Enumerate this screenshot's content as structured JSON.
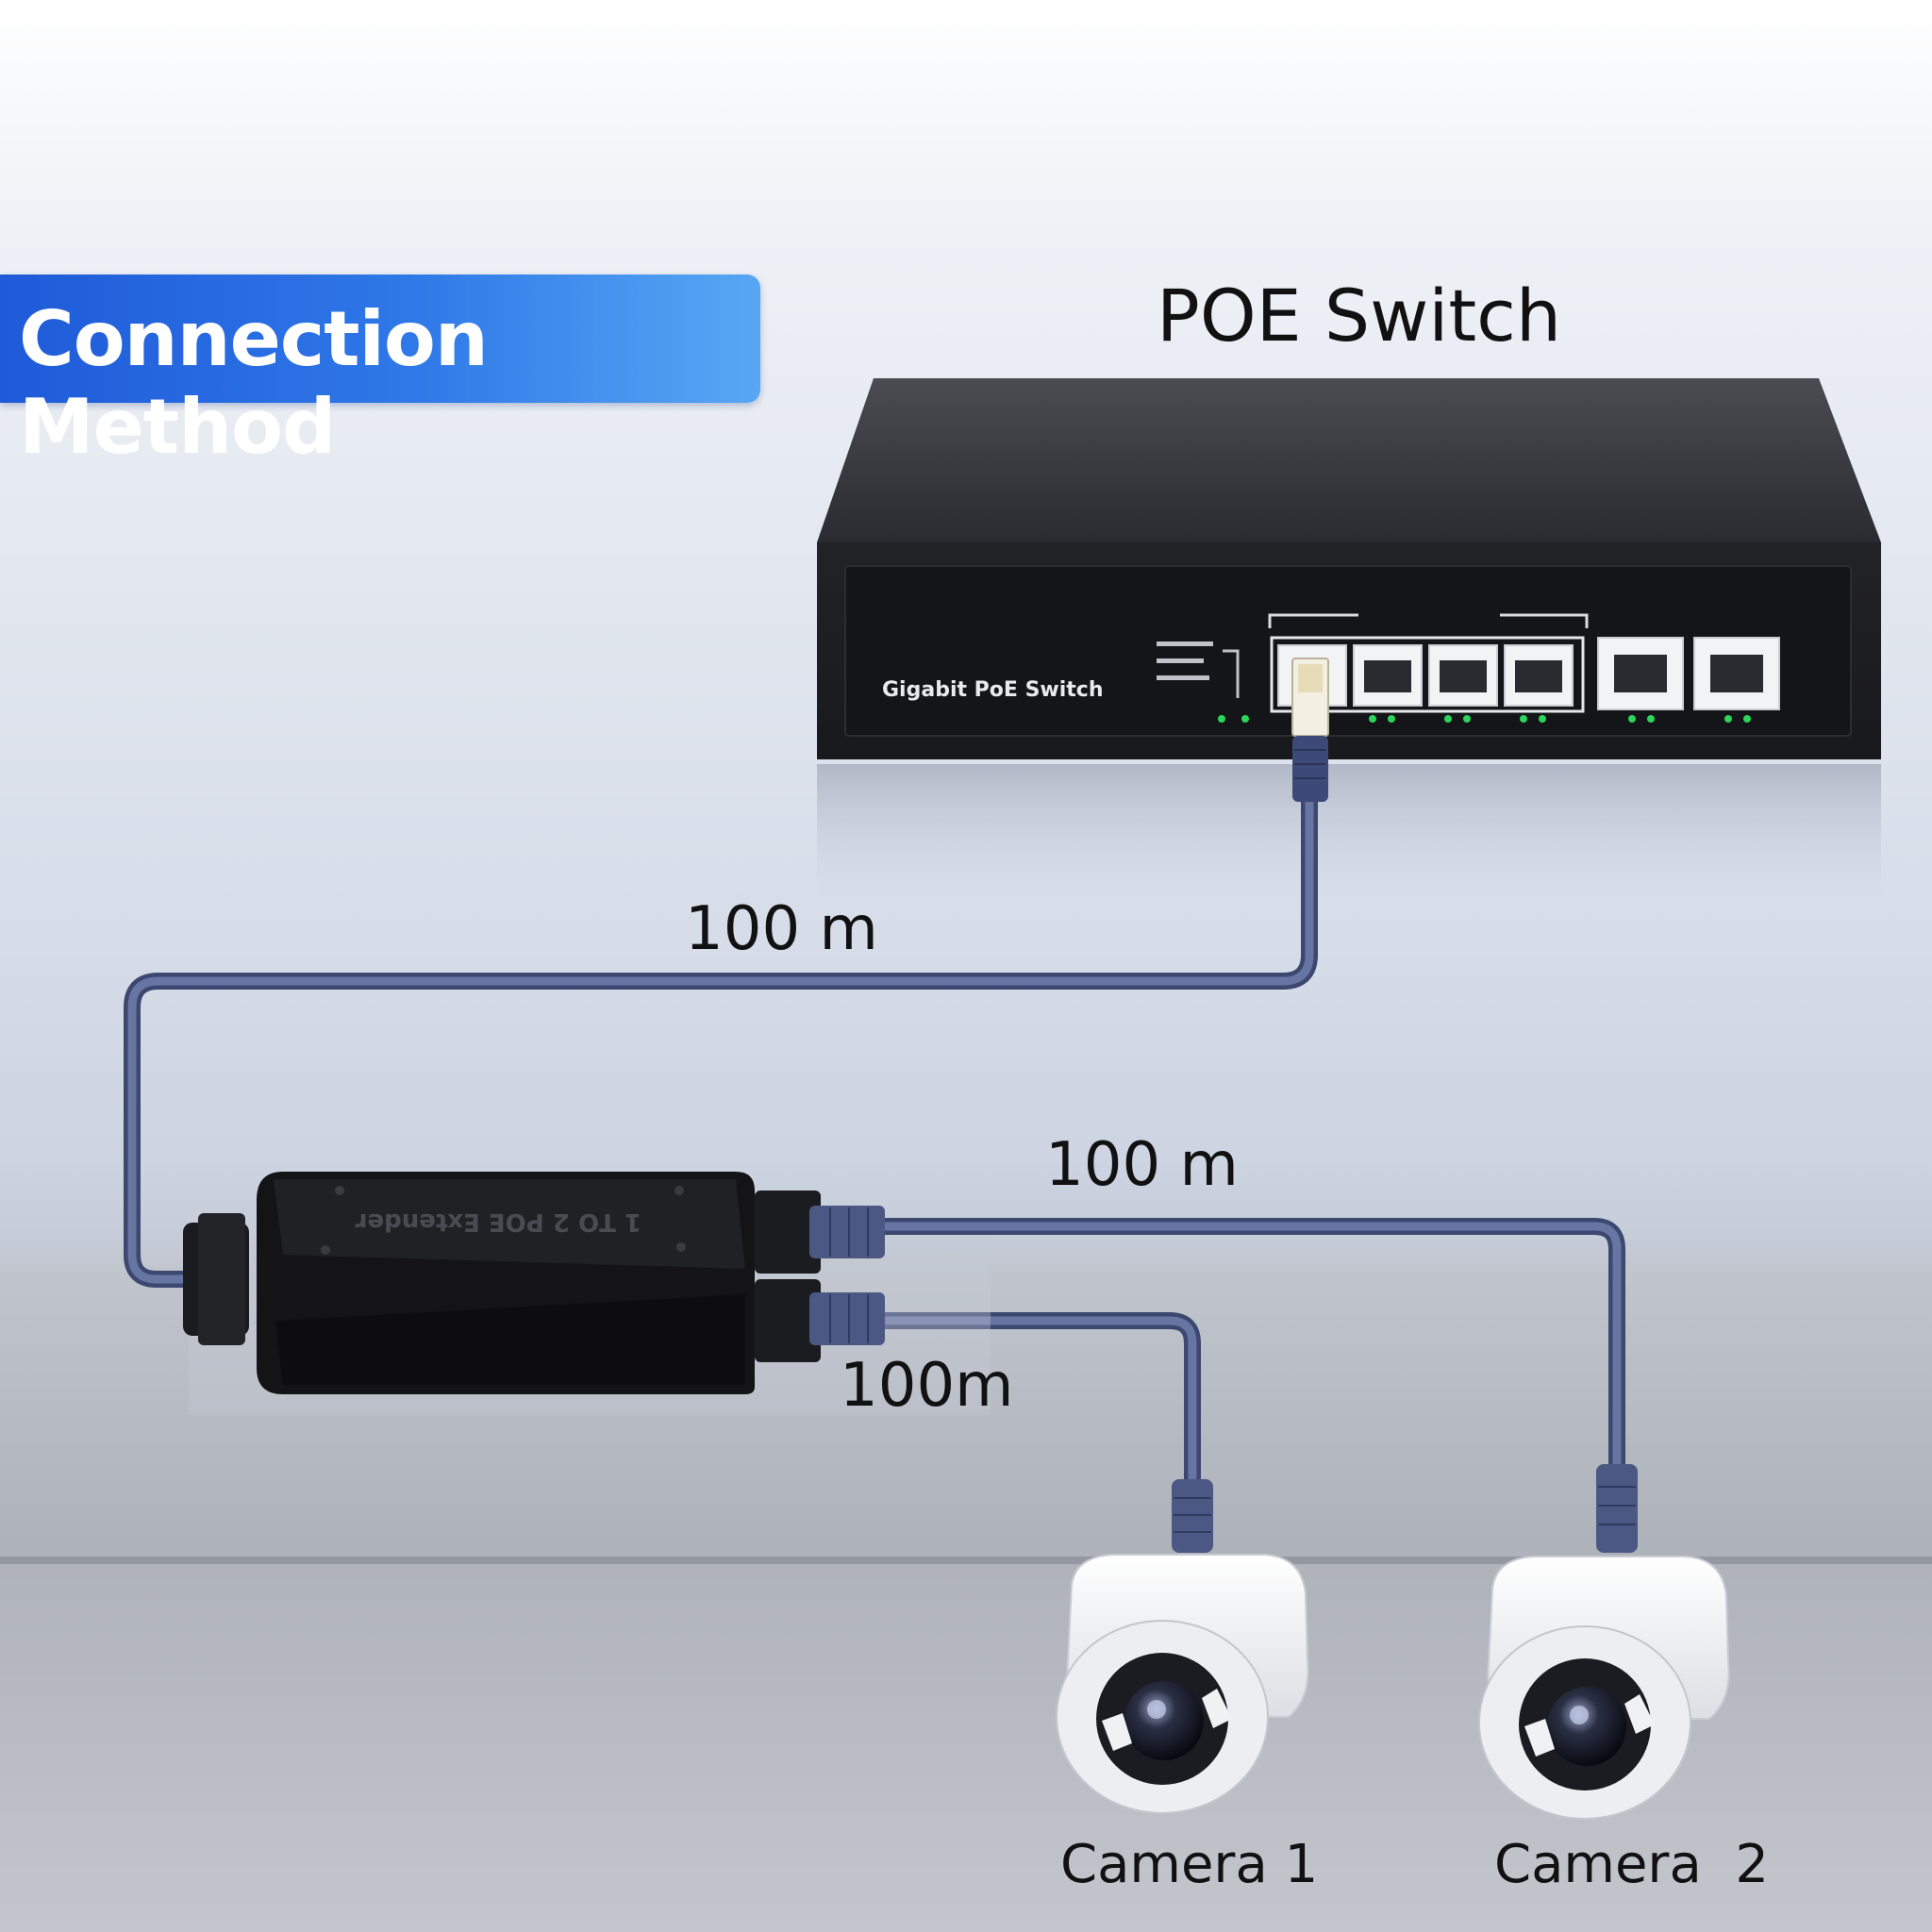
{
  "title": "Connection Method",
  "switch_label": "POE Switch",
  "switch_panel_text": "Gigabit PoE Switch",
  "splitter_text": "1 TO 2 POE Extender",
  "cable_lengths": {
    "uplink": "100 m",
    "camera2": "100 m",
    "camera1": "100m"
  },
  "cameras": [
    "Camera 1",
    "Camera  2"
  ],
  "colors": {
    "banner": "#2a6fe3",
    "cable": "#4e5c86",
    "switch_body": "#1c1d21",
    "splitter_body": "#141416",
    "led": "#2bd45a"
  },
  "icons": [
    "poe-switch-icon",
    "poe-splitter-icon",
    "dome-camera-icon",
    "rj45-connector-icon"
  ]
}
